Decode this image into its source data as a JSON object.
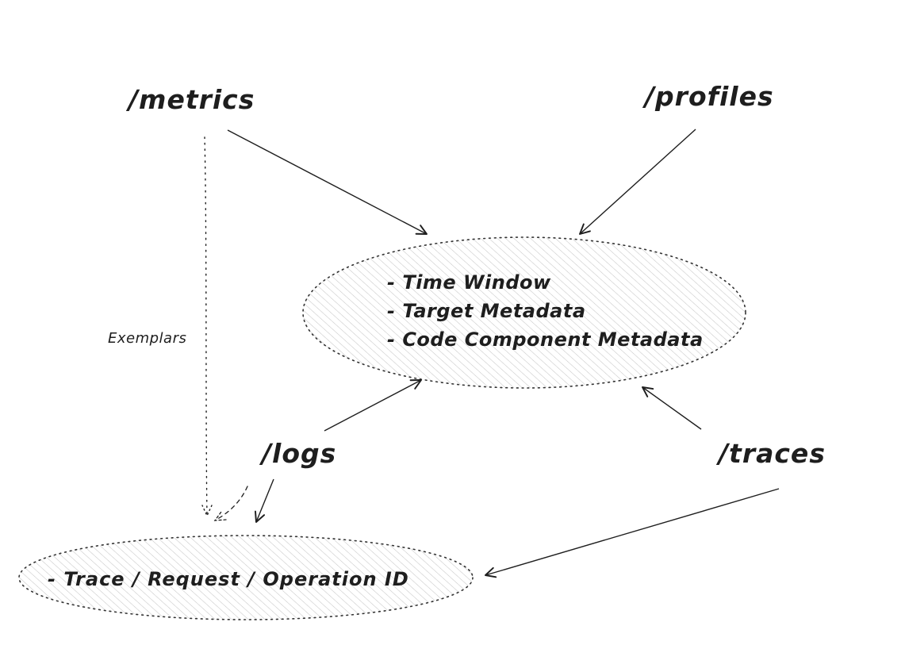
{
  "diagram": {
    "background": "#ffffff",
    "stroke_color": "#1e1e1e",
    "hatch_color": "#c6c6c6",
    "labels": {
      "metrics": "/metrics",
      "profiles": "/profiles",
      "logs": "/logs",
      "traces": "/traces",
      "exemplars": "Exemplars"
    },
    "shared_metadata_ellipse": {
      "items": [
        "- Time Window",
        "- Target Metadata",
        "- Code Component Metadata"
      ]
    },
    "correlation_ellipse": {
      "items": [
        "- Trace / Request / Operation ID"
      ]
    },
    "edges": [
      {
        "from": "/metrics",
        "to": "shared-metadata-ellipse",
        "style": "solid-arrow"
      },
      {
        "from": "/profiles",
        "to": "shared-metadata-ellipse",
        "style": "solid-arrow"
      },
      {
        "from": "/logs",
        "to": "shared-metadata-ellipse",
        "style": "solid-arrow"
      },
      {
        "from": "/traces",
        "to": "shared-metadata-ellipse",
        "style": "solid-arrow"
      },
      {
        "from": "/metrics",
        "to": "correlation-ellipse",
        "style": "dotted-arrow",
        "label": "Exemplars"
      },
      {
        "from": "/logs",
        "to": "correlation-ellipse",
        "style": "dashed-arrow"
      },
      {
        "from": "/logs",
        "to": "correlation-ellipse",
        "style": "solid-arrow"
      },
      {
        "from": "/traces",
        "to": "correlation-ellipse",
        "style": "solid-arrow"
      }
    ]
  }
}
